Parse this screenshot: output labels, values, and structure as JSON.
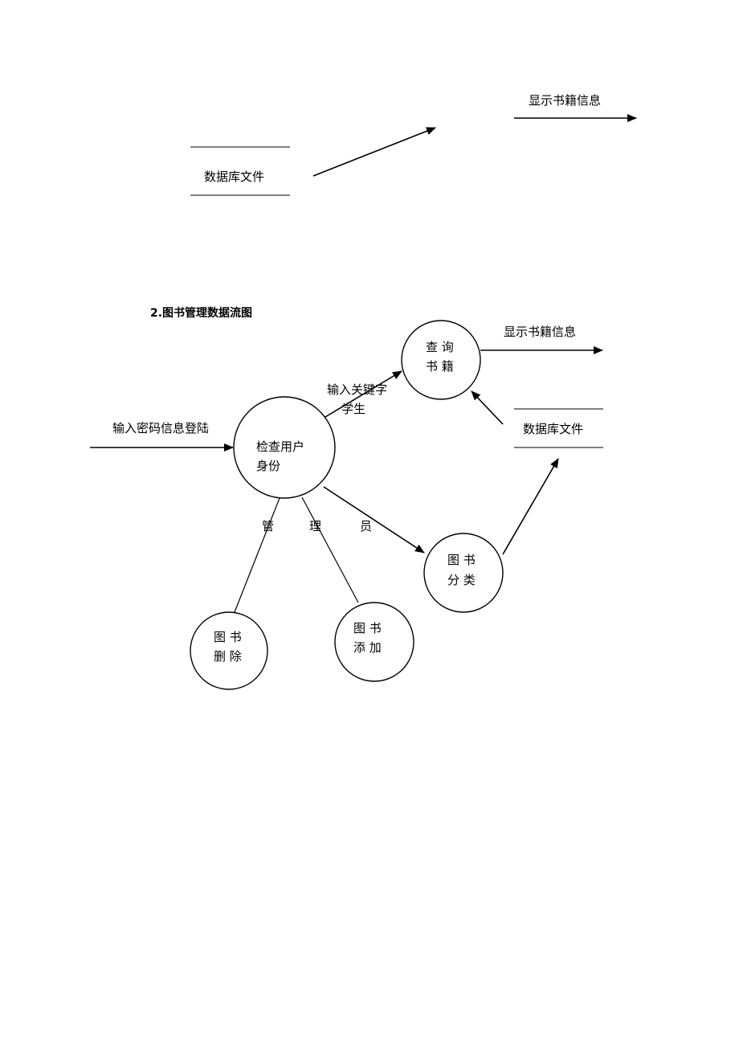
{
  "top": {
    "display_label": "显示书籍信息",
    "datastore_label": "数据库文件"
  },
  "section_title": "2.图书管理数据流图",
  "nodes": {
    "check": {
      "line1": "检查用户",
      "line2": "身份"
    },
    "query": {
      "line1": "查 询",
      "line2": "书 籍"
    },
    "classify": {
      "line1": "图 书",
      "line2": "分 类"
    },
    "delete": {
      "line1": "图 书",
      "line2": "删 除"
    },
    "add": {
      "line1": "图 书",
      "line2": "添 加"
    }
  },
  "datastore_label": "数据库文件",
  "flows": {
    "login": "输入密码信息登陆",
    "keyword_line1": "输入关键字",
    "keyword_line2": "学生",
    "display": "显示书籍信息",
    "admin_1": "管",
    "admin_2": "理",
    "admin_3": "员"
  }
}
